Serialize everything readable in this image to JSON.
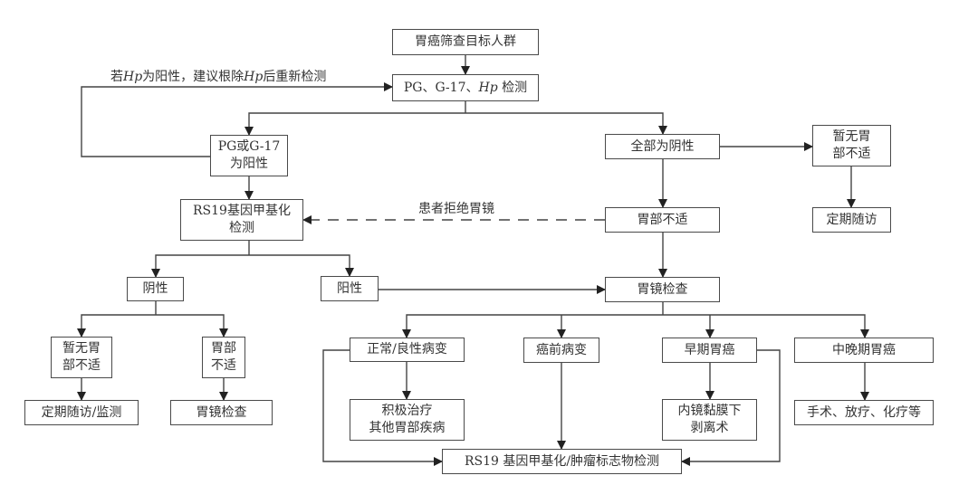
{
  "diagram": {
    "type": "flowchart",
    "nodes": {
      "target": "胃癌筛查目标人群",
      "test_prefix": "PG、G-17、",
      "test_hp": "Hp",
      "test_suffix": " 检测",
      "pg_positive": "PG或G-17\n为阳性",
      "all_negative": "全部为阴性",
      "no_discomfort_right": "暂无胃\n部不适",
      "followup_right": "定期随访",
      "discomfort_mid": "胃部不适",
      "rs19_test": "RS19基因甲基化\n检测",
      "rs19_negative": "阴性",
      "rs19_positive": "阳性",
      "gastroscopy_main": "胃镜检查",
      "no_discomfort_left": "暂无胃\n部不适",
      "discomfort_left": "胃部\n不适",
      "followup_left": "定期随访/监测",
      "gastroscopy_left": "胃镜检查",
      "normal_benign": "正常/良性病变",
      "precancerous": "癌前病变",
      "early_cancer": "早期胃癌",
      "advanced_cancer": "中晚期胃癌",
      "treat_other": "积极治疗\n其他胃部疾病",
      "esd": "内镜黏膜下\n剥离术",
      "surgery": "手术、放疗、化疗等",
      "final_test": "RS19 基因甲基化/肿瘤标志物检测"
    },
    "edge_labels": {
      "hp_loop_part1": "若",
      "hp_loop_hp1": "Hp",
      "hp_loop_part2": "为阳性，建议根除",
      "hp_loop_hp2": "Hp",
      "hp_loop_part3": "后重新检测",
      "refuse_gastroscopy": "患者拒绝胃镜"
    }
  }
}
